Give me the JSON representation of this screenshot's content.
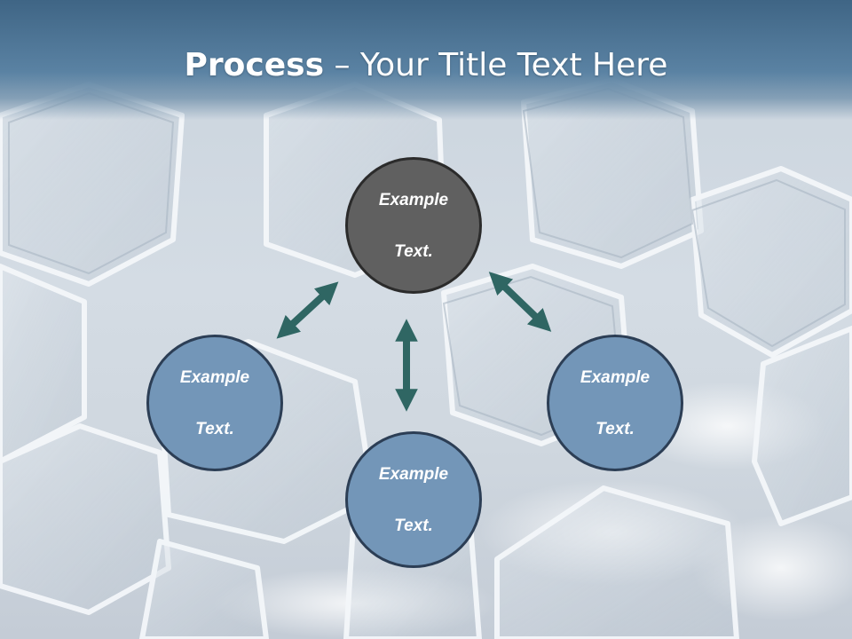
{
  "title": {
    "bold": "Process",
    "rest": " – Your Title Text Here"
  },
  "nodes": {
    "top": {
      "line1": "Example",
      "line2": "Text."
    },
    "left": {
      "line1": "Example",
      "line2": "Text."
    },
    "bottom": {
      "line1": "Example",
      "line2": "Text."
    },
    "right": {
      "line1": "Example",
      "line2": "Text."
    }
  },
  "colors": {
    "title_bar": "#4a7194",
    "center_node": "#606060",
    "outer_nodes": "#7396b8",
    "arrows": "#2f6663"
  }
}
